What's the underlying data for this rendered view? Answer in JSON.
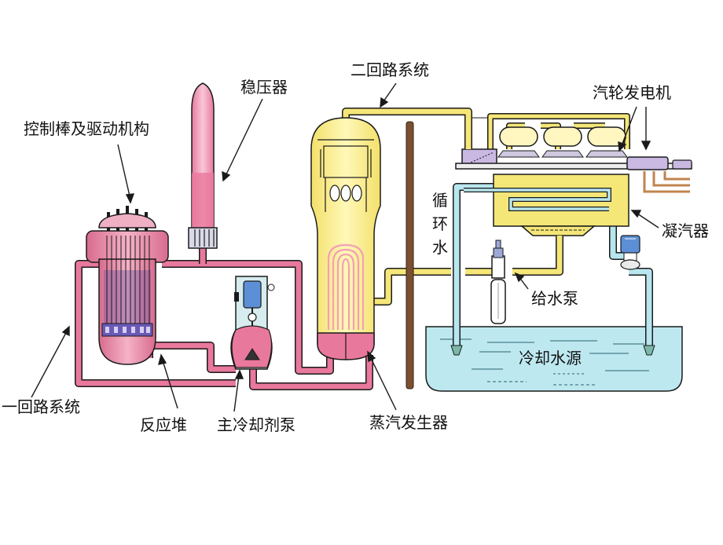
{
  "labels": {
    "control_rods": "控制棒及驱动机构",
    "pressurizer": "稳压器",
    "secondary_loop": "二回路系统",
    "turbine_generator": "汽轮发电机",
    "circulating_water": "循环水",
    "condenser": "凝汽器",
    "feed_pump": "给水泵",
    "cooling_source": "冷却水源",
    "primary_loop": "一回路系统",
    "reactor_core": "反应堆",
    "coolant_pump": "主冷却剂泵",
    "steam_generator": "蒸汽发生器"
  },
  "colors": {
    "primary_loop": "#e8789c",
    "secondary_loop": "#f5e678",
    "cooling_water": "#b8e6ee",
    "outline": "#1a1a1a"
  }
}
